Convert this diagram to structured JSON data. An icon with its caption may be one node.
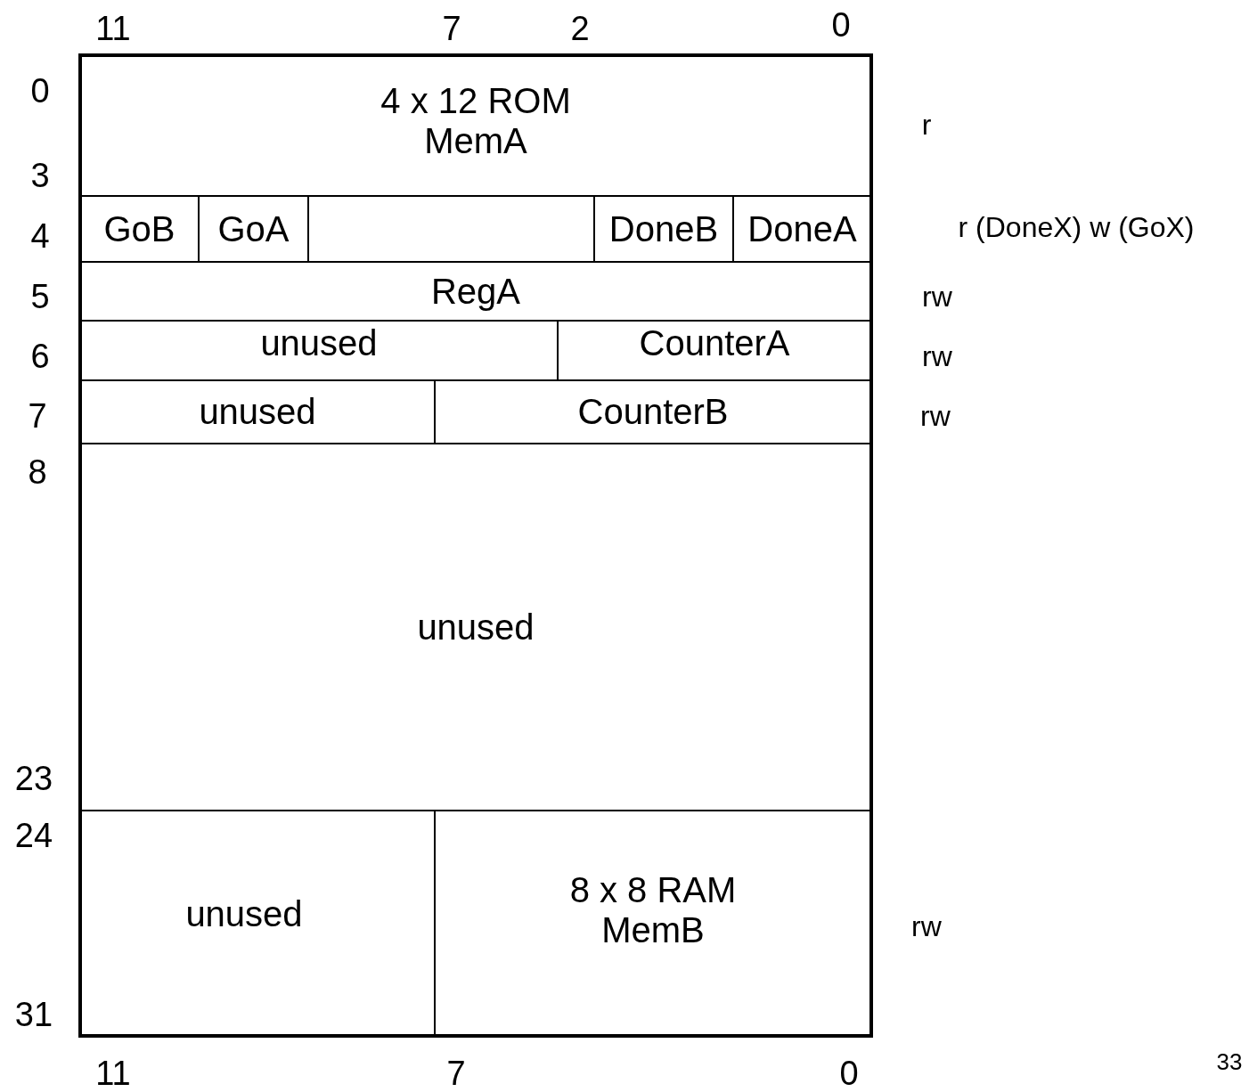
{
  "diagram": {
    "nodes": [
      {
        "text": [
          "4 x 12 ROM",
          "MemA"
        ]
      },
      {
        "text": [
          "GoB"
        ]
      },
      {
        "text": [
          "GoA"
        ]
      },
      {
        "text": [],
        "shape": "box"
      },
      {
        "text": [
          "DoneB"
        ]
      },
      {
        "text": [
          "DoneA"
        ]
      },
      {
        "text": [
          "RegA"
        ]
      },
      {
        "text": [
          "unused"
        ]
      },
      {
        "text": [
          "CounterA"
        ]
      },
      {
        "text": [
          "unused"
        ]
      },
      {
        "text": [
          "CounterB"
        ]
      },
      {
        "text": [
          "unused"
        ]
      },
      {
        "text": [
          "unused"
        ]
      },
      {
        "text": [
          "8 x 8 RAM",
          "MemB"
        ]
      }
    ],
    "edges": [],
    "labels": [
      "11",
      "7",
      "2",
      "0",
      "0",
      "r",
      "3",
      "4",
      "r (DoneX) w (GoX)",
      "5",
      "rw",
      "6",
      "rw",
      "7",
      "rw",
      "8",
      "23",
      "24",
      "rw",
      "31",
      "11",
      "7",
      "0",
      "33"
    ]
  }
}
